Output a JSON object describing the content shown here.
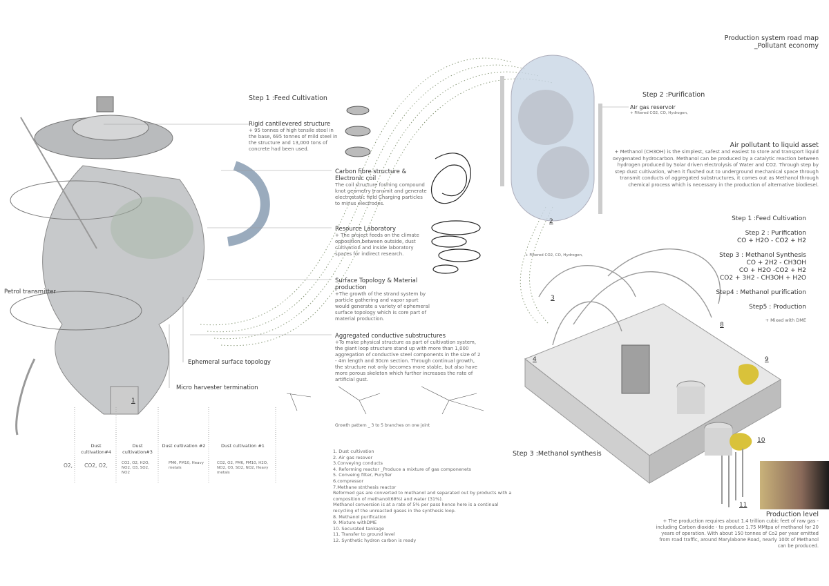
{
  "title": {
    "line1": "Production system road map",
    "line2": "_Pollutant economy"
  },
  "step1": {
    "heading": "Step 1 :Feed Cultivation",
    "items": [
      {
        "title": "Rigid cantilevered structure",
        "body": "+ 95 tonnes of high tensile steel in the base, 695 tonnes of mild steel in the structure and 13,000 tons of concrete had been used."
      },
      {
        "title": "Carbon fibre structure & Electronic coil",
        "body": "The coil structure forming compound knot geometry transmit and generate electrostatic field Charging particles to minus electrodes."
      },
      {
        "title": "Resource Laboratory",
        "body": "+ The project feeds on the climate opposition between outside, dust cultivation and inside laboratory spaces for indirect research."
      },
      {
        "title": "Surface Topology & Material production",
        "body": "+The growth of the strand system by particle gathering and vapor spurt would generate a variety of ephemeral surface topology which is core part of material production."
      },
      {
        "title": "Aggregated conductive substructures",
        "body": "+To make physical structure as part of cultivation system, the giant loop structure stand up with more than 1,000 aggregation of conductive steel components in the size of  2 - 4m length and 30cm section. Through continual growth, the structure not only becomes more stable, but also have more porous skeleton which  further increases the rate of artificial gust."
      }
    ],
    "petrol_transmitter": "Petrol transmitter",
    "ephemeral": "Ephemeral surface topology",
    "micro_harvester": "Micro harvester termination",
    "growth_pattern": "Growth pattern _ 3 to 5 branches on one joint"
  },
  "dust_table": {
    "headers": [
      "Dust cultivation#4",
      "Dust cultivation#3",
      "Dust cultivation #2",
      "Dust cultivation #1"
    ],
    "first_cell": "O2,",
    "values": [
      "CO2, O2,",
      "CO2, O2, H2O, NO2, O3, SO2, NO2",
      "PM6, PM10, Heavy metals",
      "CO2, O2, PM6, PM10, H2O, NO2, O3, SO2, NO2, Heavy metals"
    ]
  },
  "step2": {
    "heading": "Step 2 :Purification",
    "reservoir_title": "Air gas reservoir",
    "reservoir_body": "+ Filtered CO2, CO, Hydrogen,",
    "flow_label": "+ Filtered CO2, CO, Hydrogen,"
  },
  "asset": {
    "title": "Air pollutant to liquid asset",
    "body": "+ Methanol (CH3OH) is the simplest, safest and easiest to store and transport liquid oxygenated hydrocarbon. Methanol can be produced by a catalytic reaction between hydrogen produced by Solar driven electrolysis of Water and CO2. Through step by step dust cultivation, when it flushed out to underground mechanical space through transmit conducts of aggregated substructures, it comes out as Methanol through chemical process which is necessary in the production of alternative biodiesel."
  },
  "roadmap": [
    [
      "Step 1 :Feed Cultivation"
    ],
    [
      "Step 2 : Purification",
      "CO + H2O - CO2 + H2"
    ],
    [
      "Step 3 : Methanol Synthesis",
      "CO  +  2H2 - CH3OH",
      "CO + H2O -CO2 + H2",
      "CO2 + 3H2 - CH3OH + H2O"
    ],
    [
      "Step4 : Methanol purification"
    ],
    [
      "Step5 : Production"
    ]
  ],
  "mixed_dme": "+ Mixed with DME",
  "step3_heading": "Step 3 :Methanol synthesis",
  "process_list": [
    "1. Dust cultivation",
    "2. Air gas resovor",
    "3.Conveying conducts",
    "4. Reforming reactor _Produce a mixture of gas componenets",
    "5. Conveing filter, Puryfier",
    "6.compressor",
    "7.Methane stnthesis reactor",
    "Reformed gas are converted to methanol and separated out by products with a composition of methanol(68%) and water (31%).",
    "Methanol conversion is at a rate of 5% per pass hence here is a continual",
    "recycling of the unreacted gases in the synthesis loop.",
    "8. Methanol purification",
    "9. Mixture withDME",
    "10. Securated tankage",
    "11. Transfer to ground level",
    "12. Synthetic hydron carbon is ready"
  ],
  "production": {
    "title": "Production level",
    "body": "+ The production requires about 1.4 trillion cubic feet of raw gas -including Carbon dioxide  - to produce 1.75 MMtpa of methanol for 20 years of operation. With about 150 tonnes of Co2 per year emitted from road traffic, around Marylabone Road, nearly 100t of Methanol can be produced."
  },
  "labels": {
    "n1": "1",
    "n2": "2",
    "n3": "3",
    "n4": "4",
    "n8": "8",
    "n9": "9",
    "n10": "10",
    "n11": "11"
  },
  "colors": {
    "yellow": "#d9c23a",
    "tank": "#c9d6e6"
  }
}
